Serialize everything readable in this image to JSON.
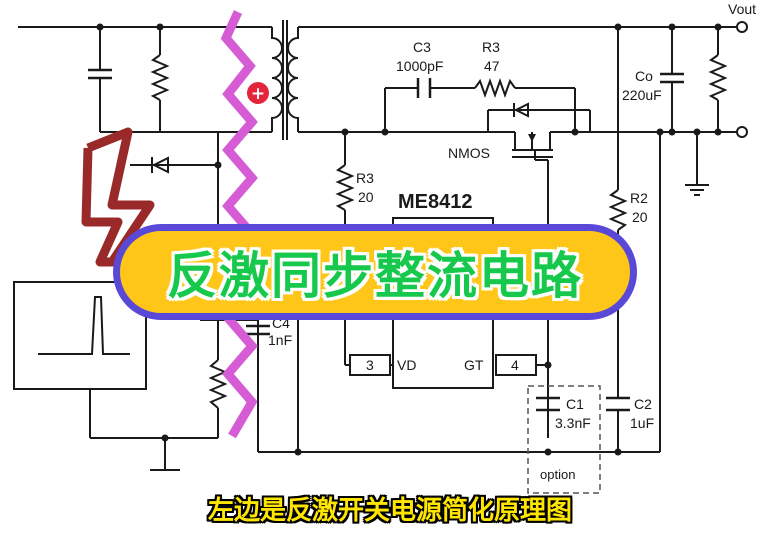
{
  "banner": {
    "title": "反激同步整流电路"
  },
  "subtitle": "左边是反激开关电源简化原理图",
  "labels": {
    "vout": "Vout",
    "c3_name": "C3",
    "c3_value": "1000pF",
    "r3_top_name": "R3",
    "r3_top_value": "47",
    "co_name": "Co",
    "co_value": "220uF",
    "nmos": "NMOS",
    "r3_left_name": "R3",
    "r3_left_value": "20",
    "chip": "ME8412",
    "r2_name": "R2",
    "r2_value": "20",
    "c4_name": "C4",
    "c4_value": "1nF",
    "pin3_num": "3",
    "pin3_name": "VD",
    "pin4_num": "4",
    "pin4_name": "GT",
    "c1_name": "C1",
    "c1_value": "3.3nF",
    "c2_name": "C2",
    "c2_value": "1uF",
    "option": "option",
    "plus_sign": "+"
  },
  "colors": {
    "wire": "#1a1a1a",
    "zigzag": "#d65cd6",
    "polarity_dot": "#e3243b",
    "arrow_outline": "#9a2a2a",
    "banner_fill": "#ffc61a",
    "banner_border": "#5a49d6",
    "banner_text": "#16c84c",
    "subtitle_text": "#ffe600"
  }
}
